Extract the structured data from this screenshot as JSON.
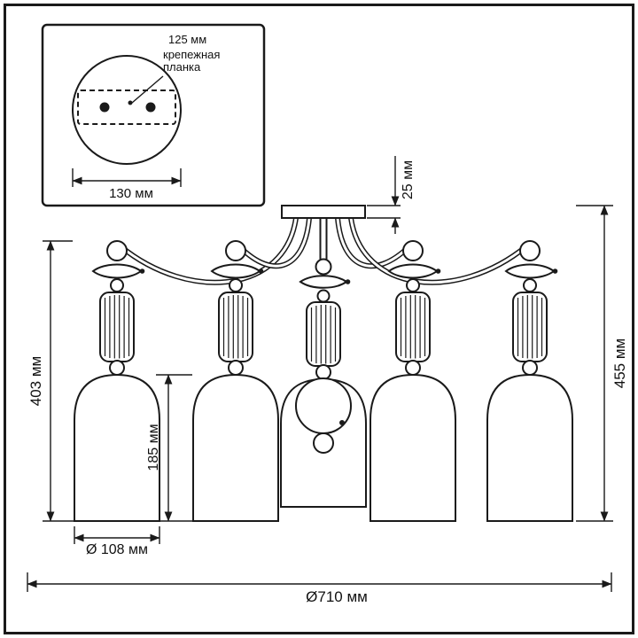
{
  "inset": {
    "hole_spacing_label": "125 мм",
    "mount_plate_label": "крепежная\nпланка",
    "plate_width_label": "130 мм"
  },
  "dimensions": {
    "canopy_height": "25 мм",
    "fixture_drop_left": "403 мм",
    "shade_height": "185 мм",
    "total_height": "455 мм",
    "shade_diameter": "Ø 108 мм",
    "total_diameter": "Ø710 мм"
  },
  "colors": {
    "line": "#1a1a1a",
    "background": "#ffffff"
  }
}
